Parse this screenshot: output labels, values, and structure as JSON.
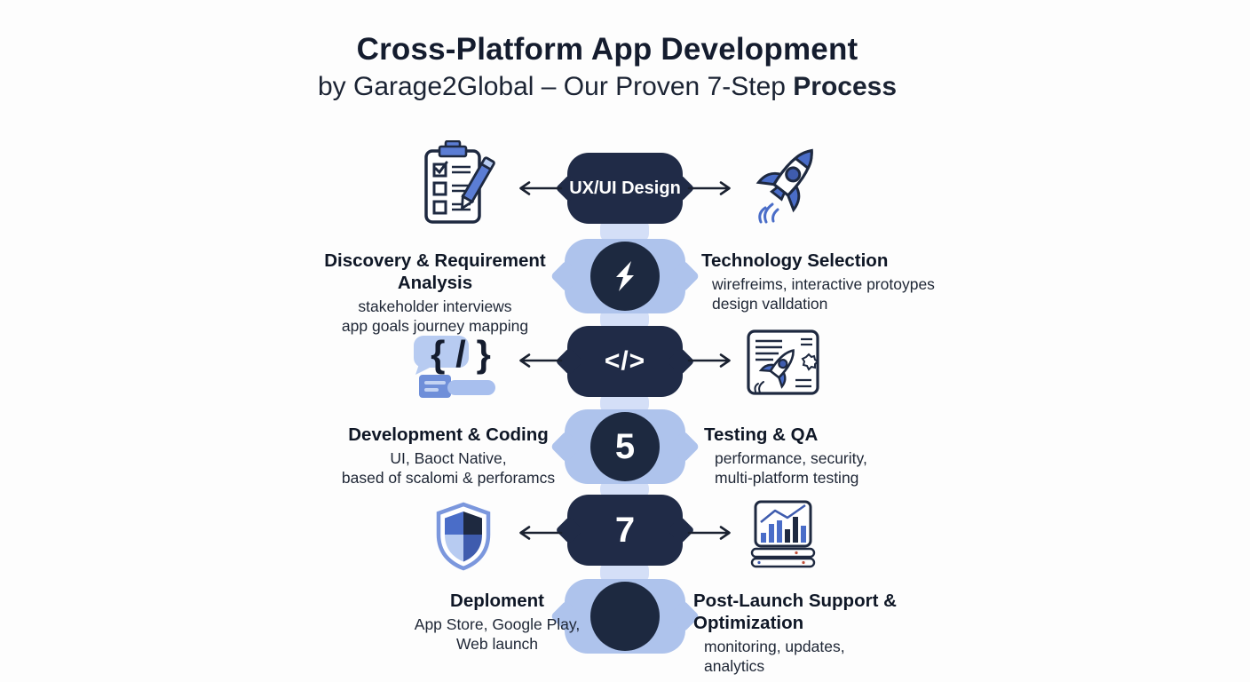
{
  "title": {
    "line1": "Cross-Platform App Development",
    "line2_regular": "by Garage2Global – Our Proven 7-Step ",
    "line2_bold": "Process"
  },
  "flow": {
    "banners": [
      {
        "label": "UX/UI Design"
      },
      {
        "label": "</>"
      },
      {
        "label": "7"
      }
    ],
    "badges": [
      {
        "label": "",
        "glyph": "bolt-glyph"
      },
      {
        "label": "5",
        "glyph": ""
      },
      {
        "label": "",
        "glyph": ""
      }
    ]
  },
  "steps": [
    {
      "title": "Discovery & Requirement Analysis",
      "line1": "stakeholder interviews",
      "line2": "app goals journey mapping"
    },
    {
      "title": "Technology Selection",
      "line1": "wirefreims, interactive protoypes",
      "line2": "design valldation"
    },
    {
      "title": "Development & Coding",
      "line1": "UI, Baoct Native,",
      "line2": "based of scalomi & perforamcs"
    },
    {
      "title": "Testing & QA",
      "line1": "performance, security,",
      "line2": "multi-platform testing"
    },
    {
      "title": "Deploment",
      "line1": "App Store, Google Play,",
      "line2": "Web launch"
    },
    {
      "title": "Post-Launch Support & Optimization",
      "line1": "monitoring, updates,",
      "line2": "analytics"
    }
  ],
  "icons": [
    "clipboard-checklist-pencil-icon",
    "rocket-icon",
    "curly-braces-code-icon",
    "document-rocket-icon",
    "shield-icon",
    "analytics-chart-icon",
    "bolt-glyph"
  ],
  "colors": {
    "navy": "#202b47",
    "circle_navy": "#1d2940",
    "badge_blue": "#aec3ec",
    "strip_blue": "#d4dff7",
    "icon_blue": "#4a6dc8",
    "icon_light_blue": "#b7cbf1",
    "arrow_dark": "#1a2130",
    "text_dark": "#0f1726",
    "background": "#ffffff"
  }
}
